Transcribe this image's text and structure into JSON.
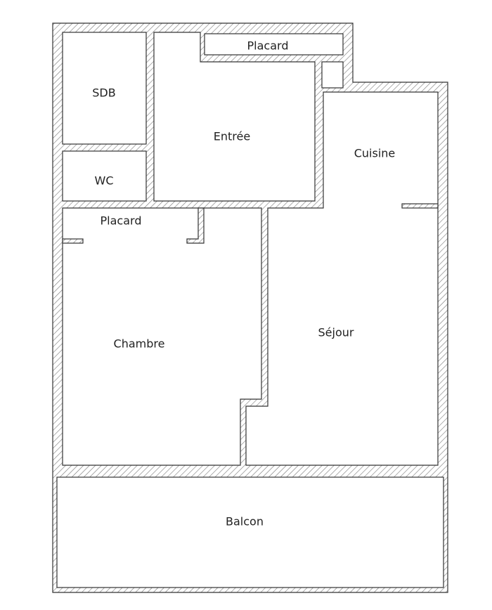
{
  "floor_plan": {
    "rooms": {
      "sdb": "SDB",
      "wc": "WC",
      "entree": "Entrée",
      "placard_entree": "Placard",
      "cuisine": "Cuisine",
      "placard_chambre": "Placard",
      "chambre": "Chambre",
      "sejour": "Séjour",
      "balcon": "Balcon"
    },
    "colors": {
      "wall_line": "#333333",
      "hatch": "#777777",
      "background": "#ffffff"
    }
  }
}
